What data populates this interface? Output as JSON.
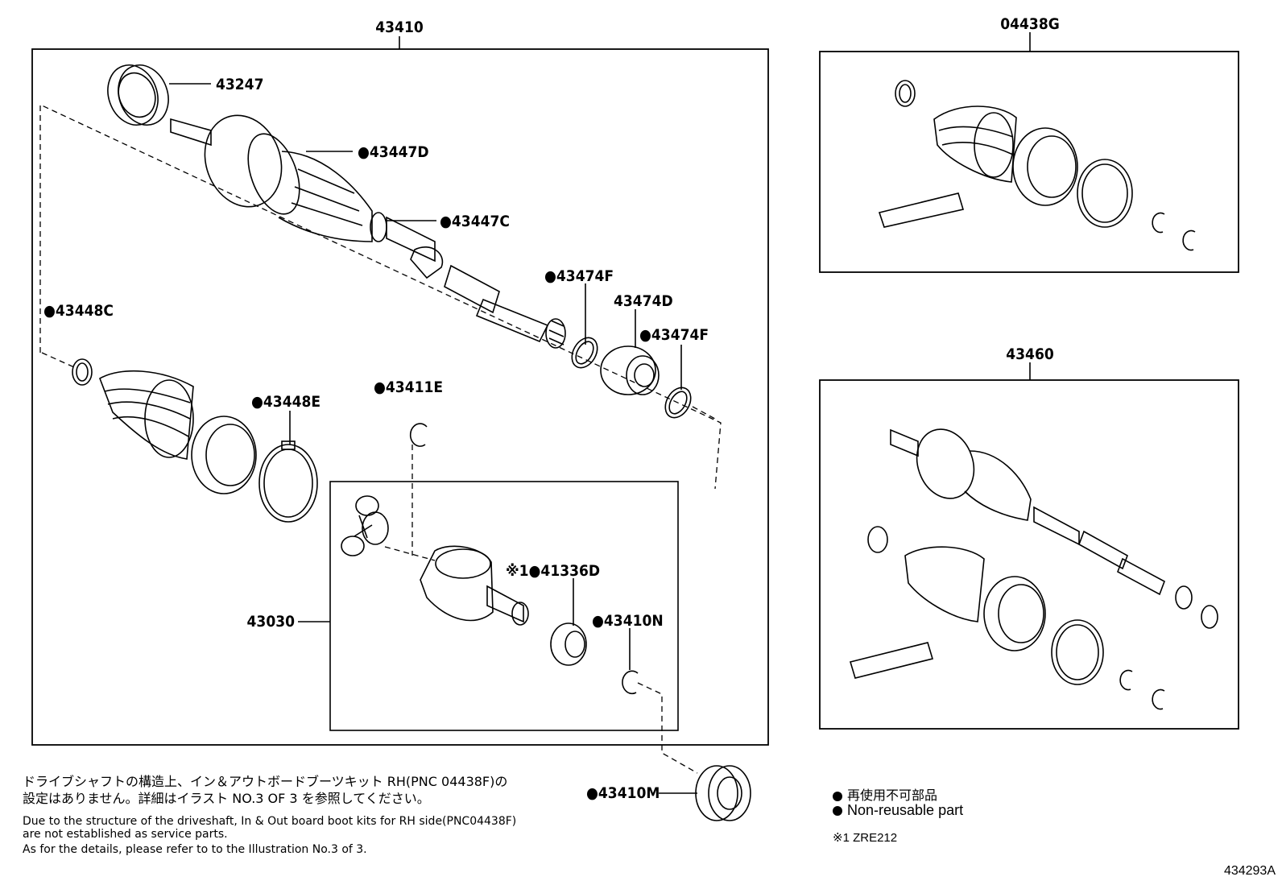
{
  "groups": {
    "main": "43410",
    "kit_rh": "04438G",
    "assy": "43460",
    "inboard": "43030"
  },
  "parts": {
    "p43247": "43247",
    "p43447D": "●43447D",
    "p43447C": "●43447C",
    "p43474F_a": "●43474F",
    "p43474D": "43474D",
    "p43474F_b": "●43474F",
    "p43448C": "●43448C",
    "p43448E": "●43448E",
    "p43411E": "●43411E",
    "p41336D": "※1●41336D",
    "p43410N": "●43410N",
    "p43410M": "●43410M"
  },
  "notes": {
    "jp_line1": "ドライブシャフトの構造上、イン＆アウトボードブーツキット RH(PNC 04438F)の",
    "jp_line2": "設定はありません。詳細はイラスト NO.3 OF 3 を参照してください。",
    "en_line1": "Due to the structure of the driveshaft, In & Out board  boot kits for RH side(PNC04438F)",
    "en_line2": "are not established as service parts.",
    "en_line3": "As for the details, please refer to to the Illustration No.3 of 3."
  },
  "legend": {
    "jp": "再使用不可部品",
    "en": "Non-reusable part",
    "footnote": "※1 ZRE212"
  },
  "illustration_code": "434293A"
}
